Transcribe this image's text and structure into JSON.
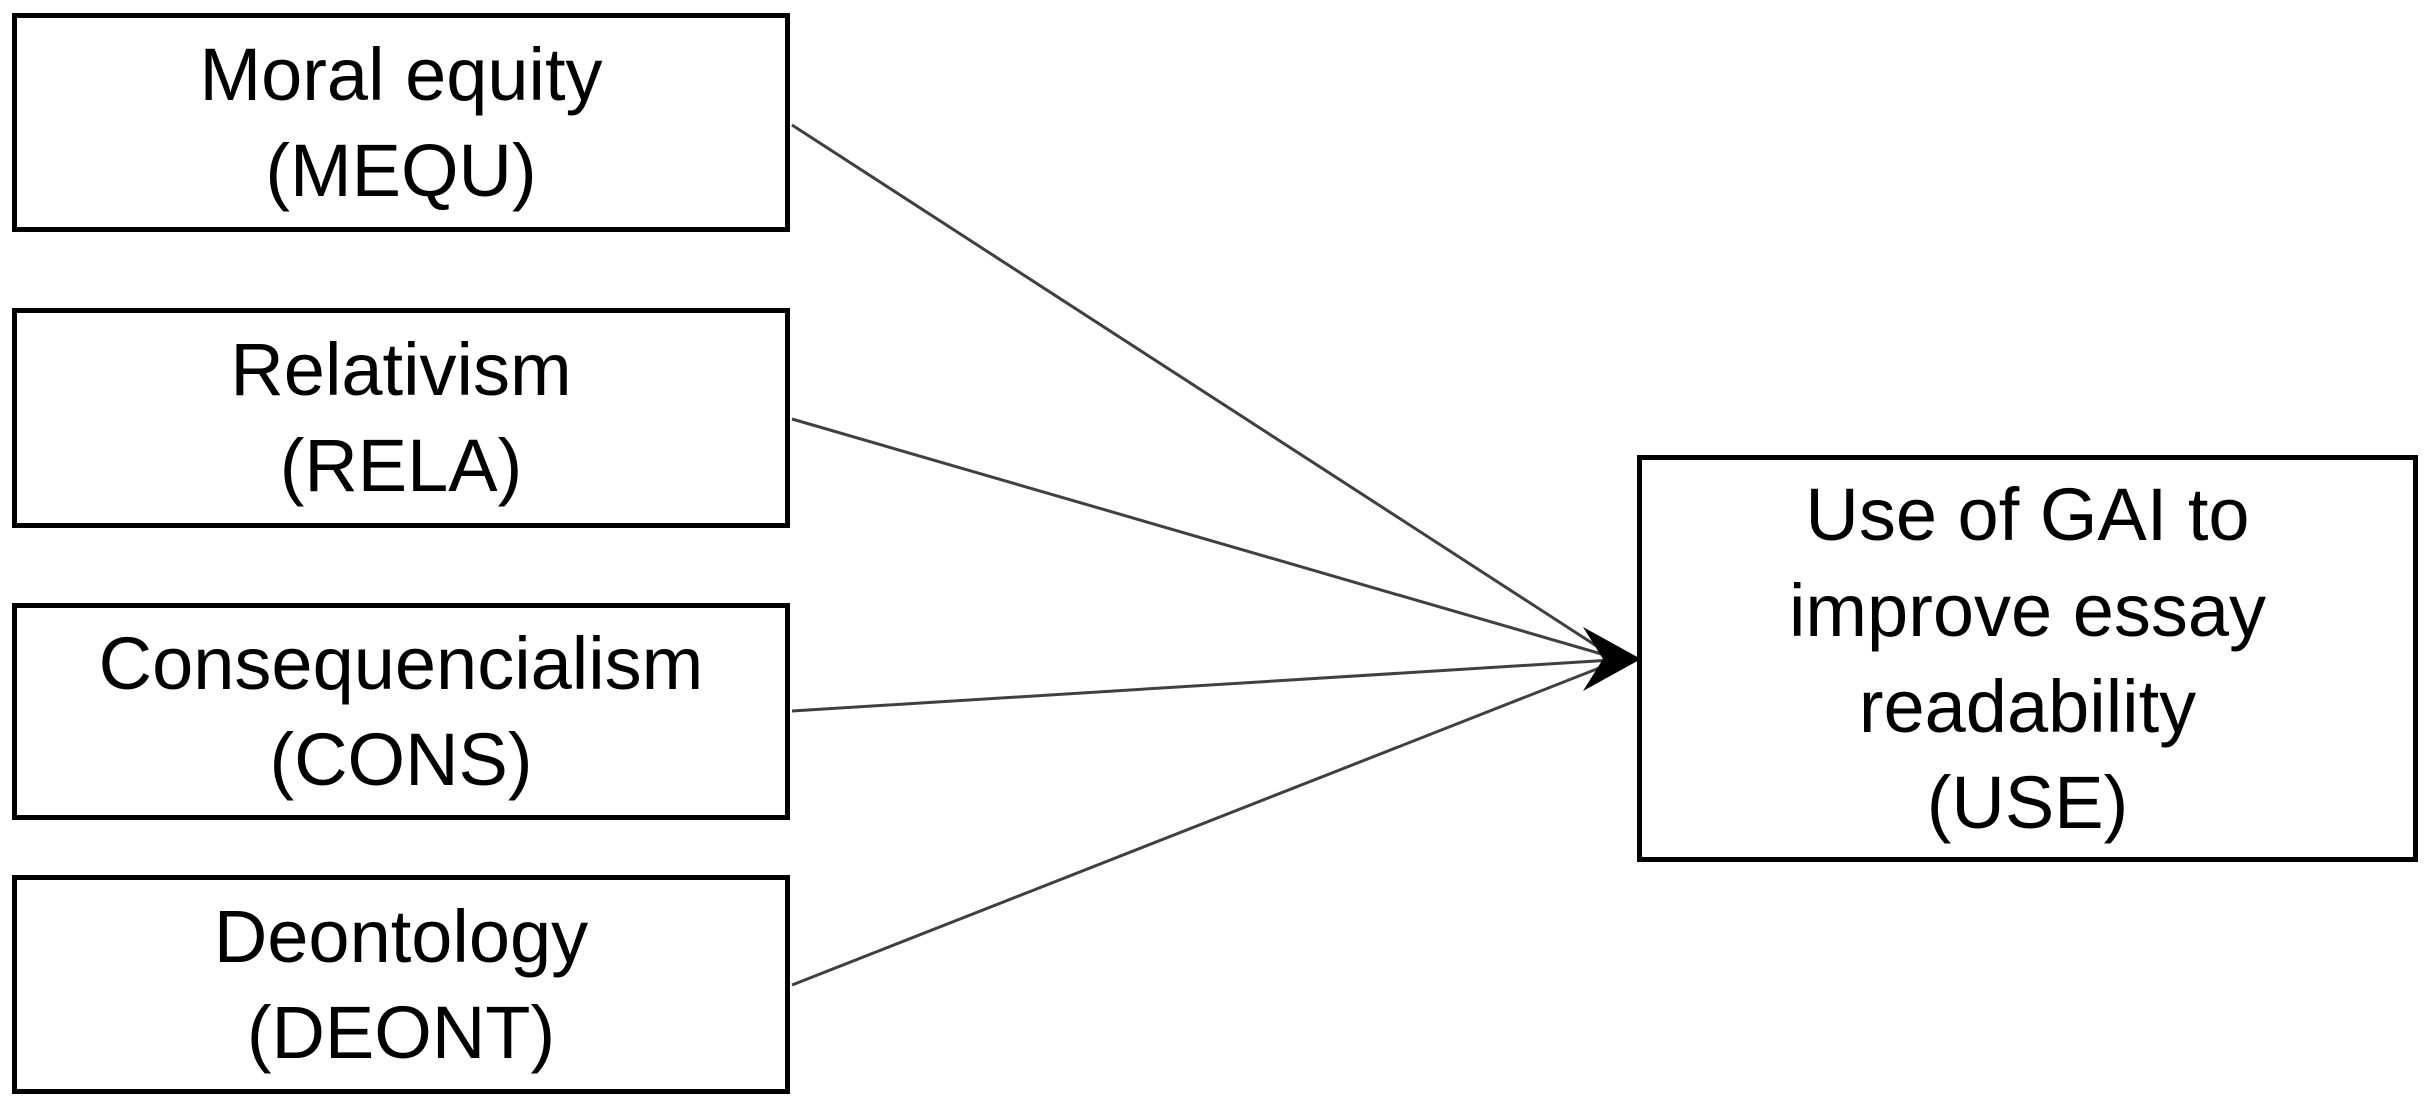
{
  "diagram": {
    "background_color": "#ffffff",
    "box_border_color": "#000000",
    "connector_color": "#404040",
    "arrowhead_color": "#000000",
    "predictors": [
      {
        "id": "mequ",
        "name": "Moral equity",
        "code": "(MEQU)"
      },
      {
        "id": "rela",
        "name": "Relativism",
        "code": "(RELA)"
      },
      {
        "id": "cons",
        "name": "Consequencialism",
        "code": "(CONS)"
      },
      {
        "id": "deont",
        "name": "Deontology",
        "code": "(DEONT)"
      }
    ],
    "outcome": {
      "id": "use",
      "line1": "Use of GAI to",
      "line2": "improve essay",
      "line3": "readability",
      "line4": "(USE)"
    }
  }
}
